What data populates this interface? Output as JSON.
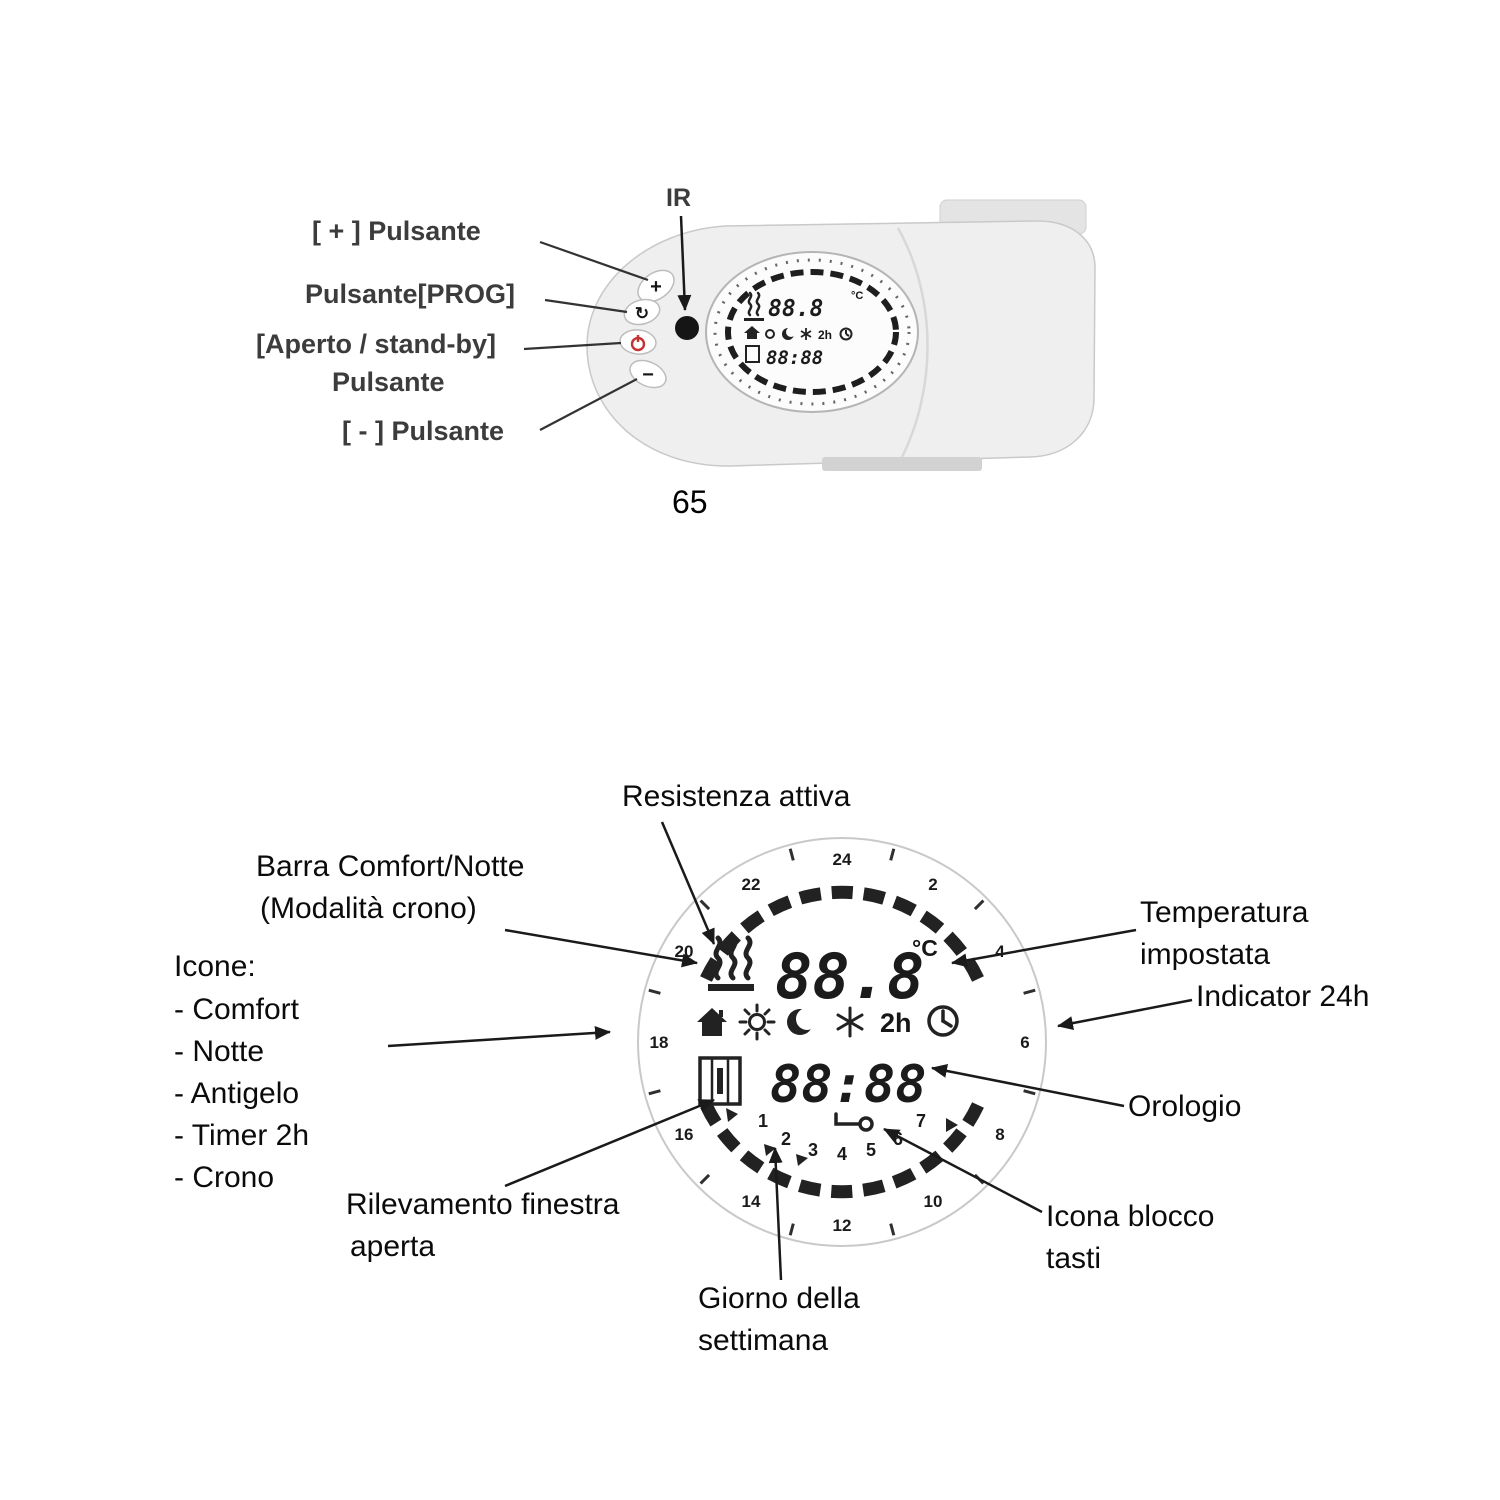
{
  "page_number": "65",
  "top_diagram": {
    "ir_label": "IR",
    "button_labels": {
      "plus": "[ + ] Pulsante",
      "prog": "Pulsante[PROG]",
      "standby_line1": "[Aperto / stand-by]",
      "standby_line2": "Pulsante",
      "minus": "[ - ] Pulsante"
    }
  },
  "display": {
    "temperature": "88.8",
    "unit": "°C",
    "time": "88:88",
    "timer": "2h",
    "hours": [
      "24",
      "2",
      "4",
      "6",
      "8",
      "10",
      "12",
      "14",
      "16",
      "18",
      "20",
      "22"
    ],
    "days": [
      "1",
      "2",
      "3",
      "4",
      "5",
      "6",
      "7"
    ]
  },
  "callouts": {
    "resistenza": "Resistenza attiva",
    "barra_line1": "Barra Comfort/Notte",
    "barra_line2": "(Modalità crono)",
    "icone_title": "Icone:",
    "icone_items": [
      "- Comfort",
      "- Notte",
      "- Antigelo",
      "- Timer 2h",
      "- Crono"
    ],
    "temperatura_line1": "Temperatura",
    "temperatura_line2": "impostata",
    "indicator": "Indicator 24h",
    "orologio": "Orologio",
    "finestra_line1": "Rilevamento finestra",
    "finestra_line2": "aperta",
    "giorno_line1": "Giorno della",
    "giorno_line2": "settimana",
    "blocco_line1": "Icona blocco",
    "blocco_line2": "tasti"
  }
}
